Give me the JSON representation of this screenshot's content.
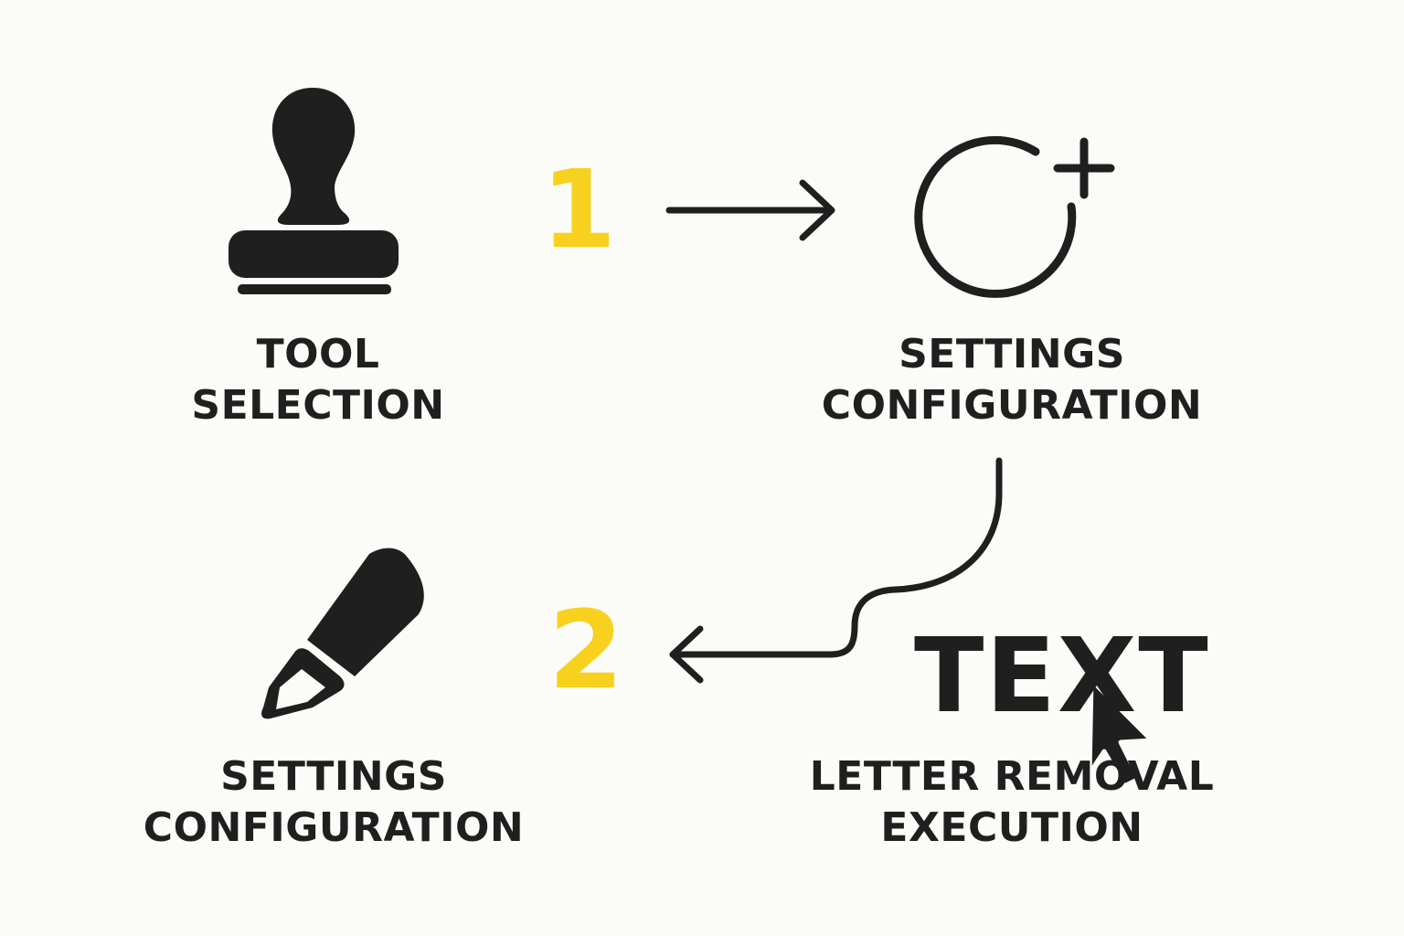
{
  "steps": {
    "tool_selection": {
      "line1": "TOOL",
      "line2": "SELECTION",
      "icon": "stamp-icon"
    },
    "settings_configuration_top": {
      "line1": "SETTINGS",
      "line2": "CONFIGURATION",
      "icon": "circle-plus-icon"
    },
    "settings_configuration_bottom": {
      "line1": "SETTINGS",
      "line2": "CONFIGURATION",
      "icon": "eraser-pen-icon"
    },
    "letter_removal": {
      "line1": "LETTER REMOVAL",
      "line2": "EXECUTION",
      "sample_text": "TEXT",
      "icon": "cursor-icon"
    }
  },
  "numbers": {
    "one": "1",
    "two": "2"
  },
  "colors": {
    "background": "#fbfbf8",
    "ink": "#1f1f1f",
    "accent": "#f7d11d"
  }
}
